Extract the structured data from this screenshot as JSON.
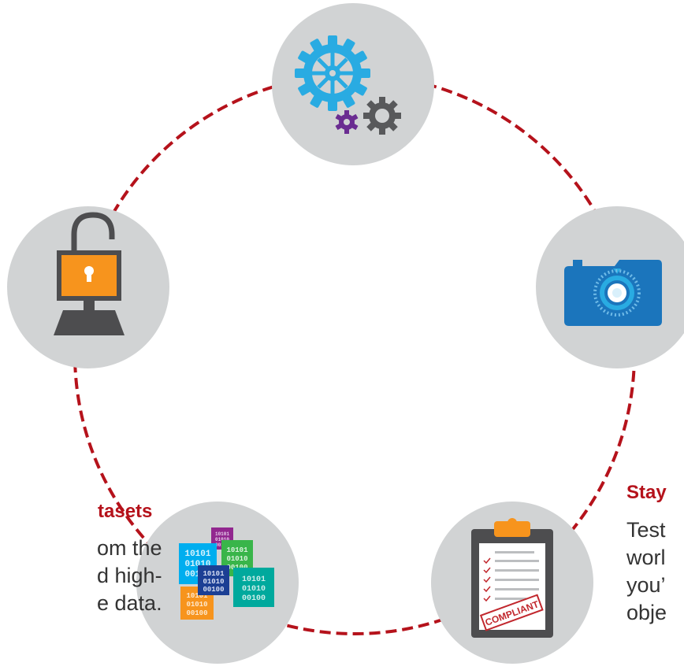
{
  "colors": {
    "ring": "#b5121b",
    "node_fill": "#d1d3d4",
    "heading": "#b5121b",
    "body_text": "#333333",
    "gear_blue": "#29abe2",
    "gear_gray": "#58595b",
    "gear_purple": "#6a2c91",
    "lock_orange": "#f7941d",
    "camera_blue": "#1b75bc",
    "clipboard_dark": "#4d4d4f",
    "compliant_red": "#c1272d"
  },
  "nodes": [
    {
      "name": "process-gears",
      "icon": "gears-icon"
    },
    {
      "name": "data-capture",
      "icon": "camera-icon"
    },
    {
      "name": "compliance",
      "icon": "clipboard-icon"
    },
    {
      "name": "datasets",
      "icon": "binary-data-icon"
    },
    {
      "name": "security",
      "icon": "unlocked-computer-icon"
    }
  ],
  "icon_text": {
    "binary_a": "10101",
    "binary_b": "01010",
    "binary_c": "00100",
    "compliant_stamp": "COMPLIANT"
  },
  "left_caption": {
    "heading": "tasets",
    "lines": [
      "om the",
      "d high-",
      "e data."
    ]
  },
  "right_caption": {
    "heading": "Stay",
    "lines": [
      "Test",
      "worl",
      "you’",
      "obje"
    ]
  }
}
